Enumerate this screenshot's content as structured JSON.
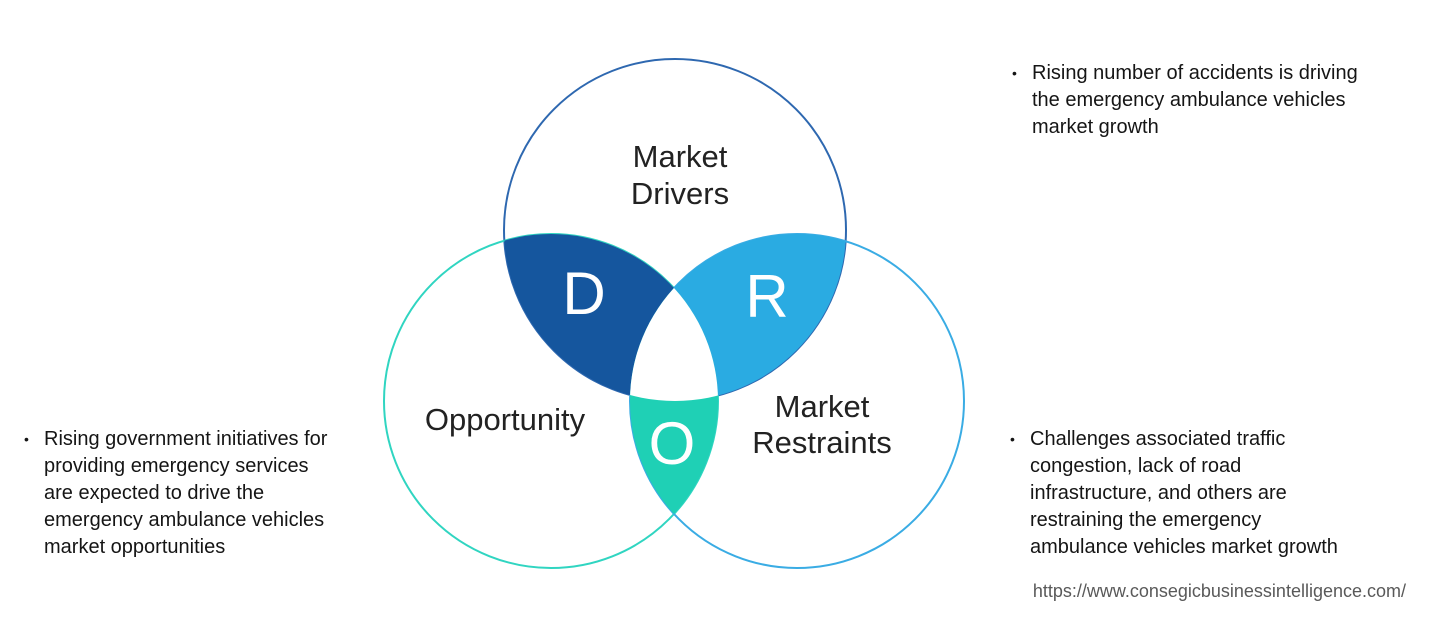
{
  "diagram": {
    "drivers": {
      "label_line1": "Market",
      "label_line2": "Drivers",
      "letter": "D"
    },
    "restraints": {
      "label_line1": "Market",
      "label_line2": "Restraints",
      "letter": "R"
    },
    "opportunity": {
      "label": "Opportunity",
      "letter": "O"
    },
    "colors": {
      "drivers_fill": "#15569e",
      "restraints_fill": "#2aabe2",
      "opportunity_fill": "#1fd0b5",
      "drivers_stroke": "#2e68b0",
      "opportunity_stroke": "#30d5c1",
      "restraints_stroke": "#3aace4",
      "letter_color": "#ffffff",
      "triple_fill": "#ffffff"
    }
  },
  "bullets": {
    "marker": "•",
    "right_top": {
      "lines": [
        "Rising number of accidents is driving",
        "the emergency ambulance vehicles",
        "market growth"
      ]
    },
    "right_bottom": {
      "lines": [
        "Challenges associated traffic",
        "congestion, lack of road",
        "infrastructure, and others are",
        "restraining the emergency",
        "ambulance vehicles market growth"
      ]
    },
    "left": {
      "lines": [
        "Rising government initiatives for",
        "providing emergency services",
        "are expected to drive the",
        "emergency ambulance vehicles",
        "market opportunities"
      ]
    }
  },
  "footer": {
    "url": "https://www.consegicbusinessintelligence.com/"
  }
}
